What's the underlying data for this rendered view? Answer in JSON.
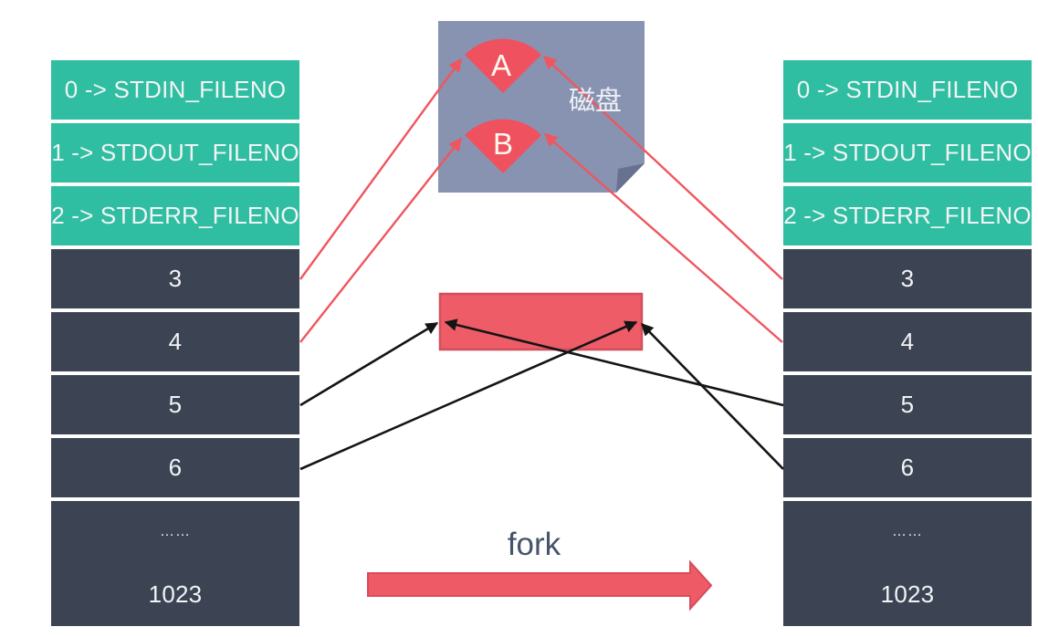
{
  "diagram": {
    "disk_label": "磁盘",
    "file_a_label": "A",
    "file_b_label": "B",
    "fork_label": "fork"
  },
  "fd_table": {
    "rows": [
      {
        "label": "0 -> STDIN_FILENO"
      },
      {
        "label": "1 -> STDOUT_FILENO"
      },
      {
        "label": "2 -> STDERR_FILENO"
      },
      {
        "label": "3"
      },
      {
        "label": "4"
      },
      {
        "label": "5"
      },
      {
        "label": "6"
      }
    ],
    "ellipsis_row": {
      "line1": "……",
      "line2": "1023"
    }
  },
  "colors": {
    "teal_row": "#2fbea1",
    "dark_row": "#3c4454",
    "row_text": "#f2f4f5",
    "disk_fill": "#8793b1",
    "disk_fold": "#66728f",
    "wedge_red": "#f0515f",
    "open_file_rect_fill": "#ee5c68",
    "open_file_rect_border": "#d14f5c",
    "fork_arrow_fill": "#ef5a67",
    "fork_arrow_border": "#d84b59",
    "red_line": "#f0565f",
    "black_line": "#141414",
    "fork_text": "#44546a"
  }
}
